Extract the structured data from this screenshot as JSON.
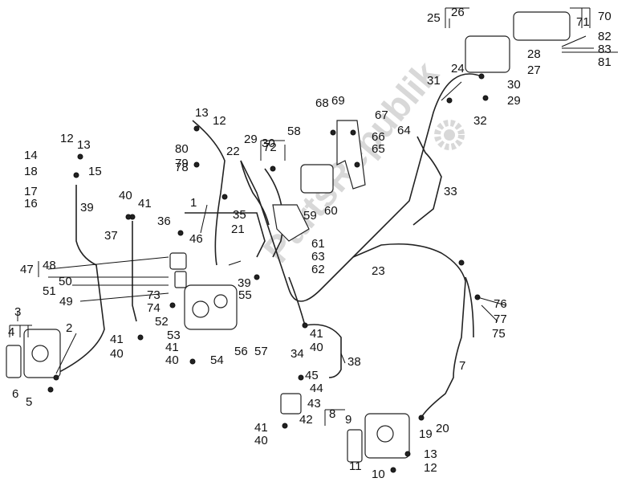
{
  "watermark": {
    "text": "PartsRepublik",
    "icon": "gear-icon",
    "color": "#d8d8d8"
  },
  "labels": [
    "1",
    "2",
    "3",
    "4",
    "5",
    "6",
    "7",
    "8",
    "9",
    "10",
    "11",
    "12",
    "13",
    "14",
    "15",
    "16",
    "17",
    "18",
    "19",
    "20",
    "21",
    "22",
    "23",
    "24",
    "25",
    "26",
    "27",
    "28",
    "29",
    "30",
    "31",
    "32",
    "33",
    "34",
    "35",
    "36",
    "37",
    "38",
    "39",
    "40",
    "41",
    "42",
    "43",
    "44",
    "45",
    "46",
    "47",
    "48",
    "49",
    "50",
    "51",
    "52",
    "53",
    "54",
    "55",
    "56",
    "57",
    "58",
    "59",
    "60",
    "61",
    "62",
    "63",
    "64",
    "65",
    "66",
    "67",
    "68",
    "69",
    "70",
    "71",
    "72",
    "73",
    "74",
    "75",
    "76",
    "77",
    "78",
    "79",
    "80",
    "81",
    "82",
    "83"
  ],
  "extra_labels": [
    "12",
    "13",
    "29",
    "30",
    "39",
    "40",
    "41",
    "12",
    "13",
    "40",
    "41",
    "40",
    "41",
    "41",
    "40"
  ]
}
